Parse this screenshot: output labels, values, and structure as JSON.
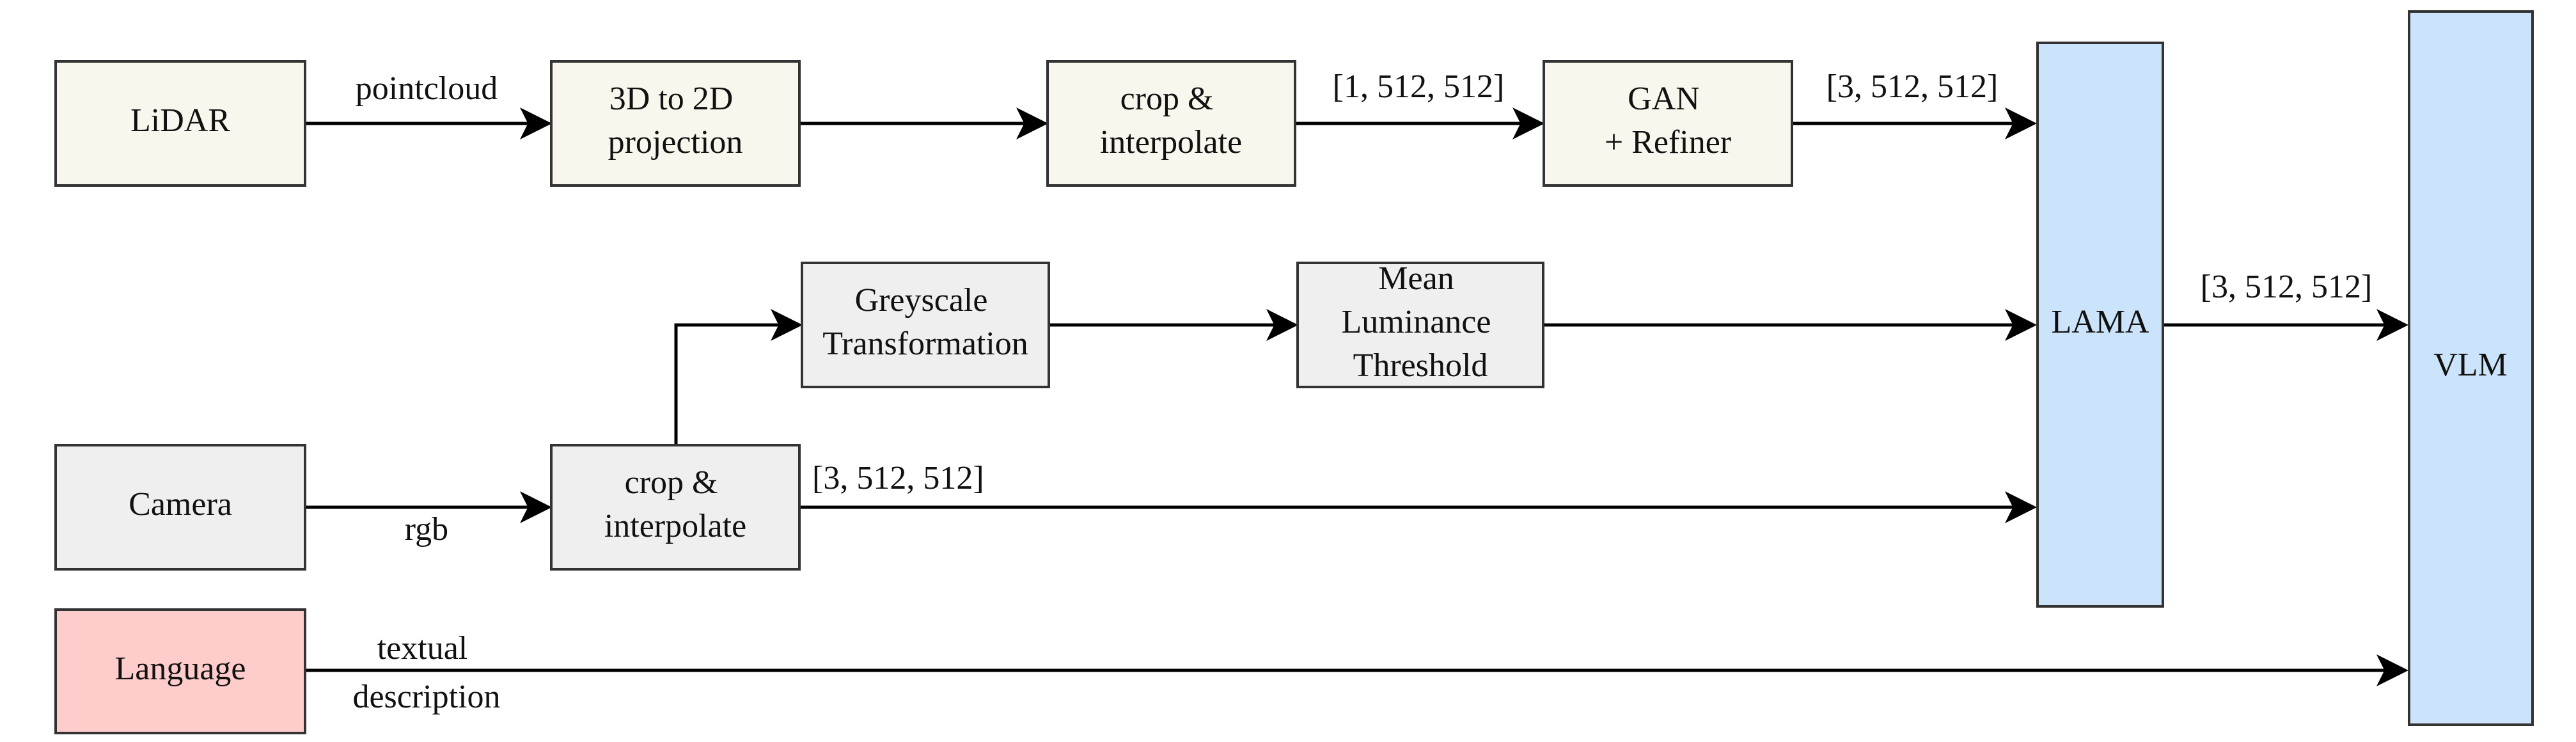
{
  "colors": {
    "sensor_fill": "#f9f7ed",
    "process_fill": "#efefef",
    "language_fill": "#ffcccc",
    "model_fill": "#cce4fb",
    "stroke": "#333333",
    "arrow": "#000000"
  },
  "nodes": {
    "lidar": {
      "lines": [
        "LiDAR"
      ]
    },
    "projection": {
      "lines": [
        "3D to 2D",
        "projection"
      ]
    },
    "crop_top": {
      "lines": [
        "crop &",
        "interpolate"
      ]
    },
    "gan": {
      "lines": [
        "GAN",
        "+ Refiner"
      ]
    },
    "greyscale": {
      "lines": [
        "Greyscale",
        "Transformation"
      ]
    },
    "luminance": {
      "lines": [
        "Mean",
        "Luminance",
        "Threshold"
      ]
    },
    "camera": {
      "lines": [
        "Camera"
      ]
    },
    "crop_bottom": {
      "lines": [
        "crop &",
        "interpolate"
      ]
    },
    "language": {
      "lines": [
        "Language"
      ]
    },
    "lama": {
      "lines": [
        "LAMA"
      ]
    },
    "vlm": {
      "lines": [
        "VLM"
      ]
    }
  },
  "edges": {
    "pointcloud": {
      "lines": [
        "pointcloud"
      ]
    },
    "shape_crop_gan": {
      "lines": [
        "[1, 512, 512]"
      ]
    },
    "shape_gan_lama": {
      "lines": [
        "[3, 512, 512]"
      ]
    },
    "shape_lama_vlm": {
      "lines": [
        "[3, 512, 512]"
      ]
    },
    "rgb": {
      "lines": [
        "rgb"
      ]
    },
    "shape_crop_lama": {
      "lines": [
        "[3, 512, 512]"
      ]
    },
    "textual": {
      "lines": [
        "textual",
        "description"
      ]
    }
  }
}
